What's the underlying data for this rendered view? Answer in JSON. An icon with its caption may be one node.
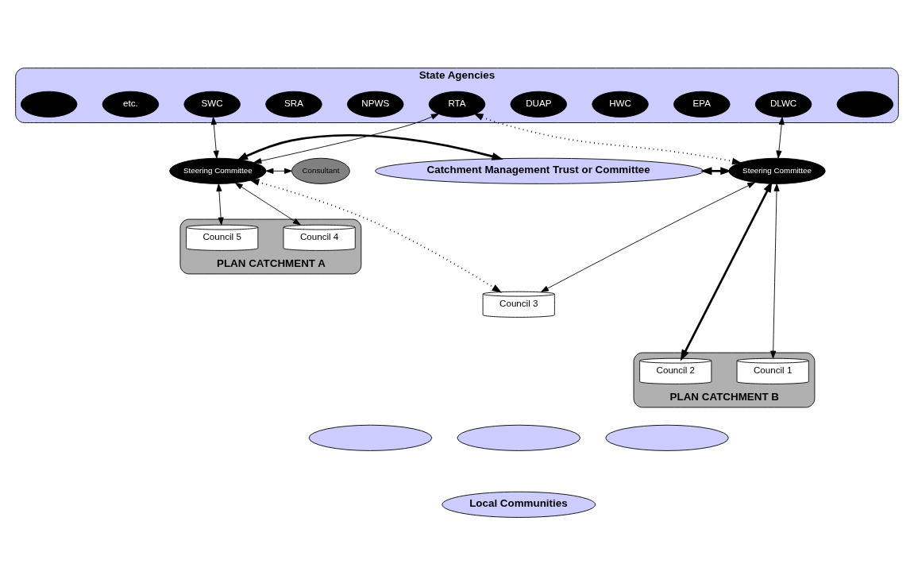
{
  "diagram": {
    "nodes": [
      {
        "text": [
          "State Agencies"
        ]
      },
      {
        "text": [],
        "shape": "ellipse",
        "in": 0
      },
      {
        "text": [
          "etc."
        ],
        "in": 0
      },
      {
        "text": [
          "SWC"
        ],
        "in": 0
      },
      {
        "text": [
          "SRA"
        ],
        "in": 0
      },
      {
        "text": [
          "NPWS"
        ],
        "in": 0
      },
      {
        "text": [
          "RTA"
        ],
        "in": 0
      },
      {
        "text": [
          "DUAP"
        ],
        "in": 0
      },
      {
        "text": [
          "HWC"
        ],
        "in": 0
      },
      {
        "text": [
          "EPA"
        ],
        "in": 0
      },
      {
        "text": [
          "DLWC"
        ],
        "in": 0
      },
      {
        "text": [],
        "shape": "ellipse",
        "in": 0
      },
      {
        "text": [
          "Consultant"
        ]
      },
      {
        "text": [
          "Steering Committee"
        ]
      },
      {
        "text": [
          "Catchment Management Trust or Committee"
        ]
      },
      {
        "text": [
          "Steering Committee"
        ]
      },
      {
        "text": [
          "PLAN",
          "CATCHMENT A"
        ]
      },
      {
        "text": [
          "PLAN",
          "CATCHMENT B"
        ]
      },
      {
        "text": [
          "Council 5"
        ],
        "in": 16
      },
      {
        "text": [
          "Council 4"
        ],
        "in": 16
      },
      {
        "text": [
          "Council 3"
        ]
      },
      {
        "text": [
          "Council 2"
        ],
        "in": 17
      },
      {
        "text": [
          "Council 1"
        ],
        "in": 17
      },
      {
        "text": [],
        "shape": "ellipse"
      },
      {
        "text": [],
        "shape": "ellipse"
      },
      {
        "text": [],
        "shape": "ellipse"
      },
      {
        "text": [
          "Local Communities"
        ]
      }
    ],
    "edges": [
      {
        "from": 3,
        "to": 13,
        "arrow": "both"
      },
      {
        "from": 6,
        "to": 13,
        "arrow": "both"
      },
      {
        "from": 6,
        "to": 15,
        "arrow": "both",
        "style": "dashed"
      },
      {
        "from": 10,
        "to": 15,
        "arrow": "both"
      },
      {
        "from": 13,
        "to": 12,
        "arrow": "both"
      },
      {
        "from": 13,
        "to": 14,
        "arrow": "both",
        "style": "thick"
      },
      {
        "from": 14,
        "to": 15,
        "arrow": "both",
        "style": "thick"
      },
      {
        "from": 13,
        "to": 18,
        "arrow": "both"
      },
      {
        "from": 13,
        "to": 19,
        "arrow": "both"
      },
      {
        "from": 13,
        "to": 20,
        "arrow": "both",
        "style": "dashed"
      },
      {
        "from": 15,
        "to": 20,
        "arrow": "both"
      },
      {
        "from": 15,
        "to": 21,
        "arrow": "both",
        "style": "thick"
      },
      {
        "from": 15,
        "to": 22,
        "arrow": "both"
      }
    ]
  }
}
